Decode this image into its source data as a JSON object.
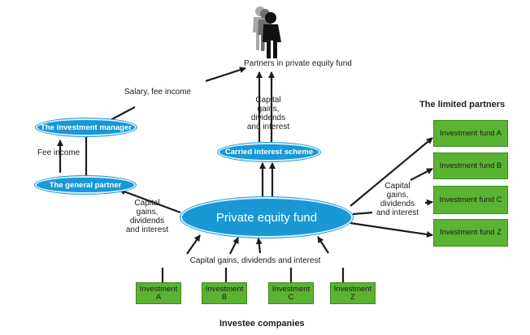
{
  "nodes": {
    "partners": "Partners in private equity fund",
    "investment_manager": "The investment manager",
    "general_partner": "The general partner",
    "carried_interest": "Carried interest scheme",
    "private_equity_fund": "Private equity fund"
  },
  "limited_partners": {
    "heading": "The limited partners",
    "funds": [
      "Investment fund A",
      "Investment fund B",
      "Investment fund C",
      "Investment fund Z"
    ]
  },
  "investee_companies": {
    "heading": "Investee companies",
    "items": [
      {
        "line1": "Investment",
        "line2": "A"
      },
      {
        "line1": "Investment",
        "line2": "B"
      },
      {
        "line1": "Investment",
        "line2": "C"
      },
      {
        "line1": "Investment",
        "line2": "Z"
      }
    ]
  },
  "flow_labels": {
    "salary_fee": "Salary, fee income",
    "fee_income": "Fee income",
    "capital_gains_top": [
      "Capital",
      "gains,",
      "dividends",
      "and interest"
    ],
    "capital_gains_left": [
      "Capital",
      "gains,",
      "dividends",
      "and interest"
    ],
    "capital_gains_right": [
      "Capital",
      "gains,",
      "dividends",
      "and interest"
    ],
    "capital_gains_bottom": "Capital gains, dividends and interest"
  },
  "colors": {
    "ellipse_fill": "#1a98d5",
    "box_fill": "#5ab332",
    "line": "#1c1c1c"
  },
  "icons": [
    "people-icon"
  ]
}
